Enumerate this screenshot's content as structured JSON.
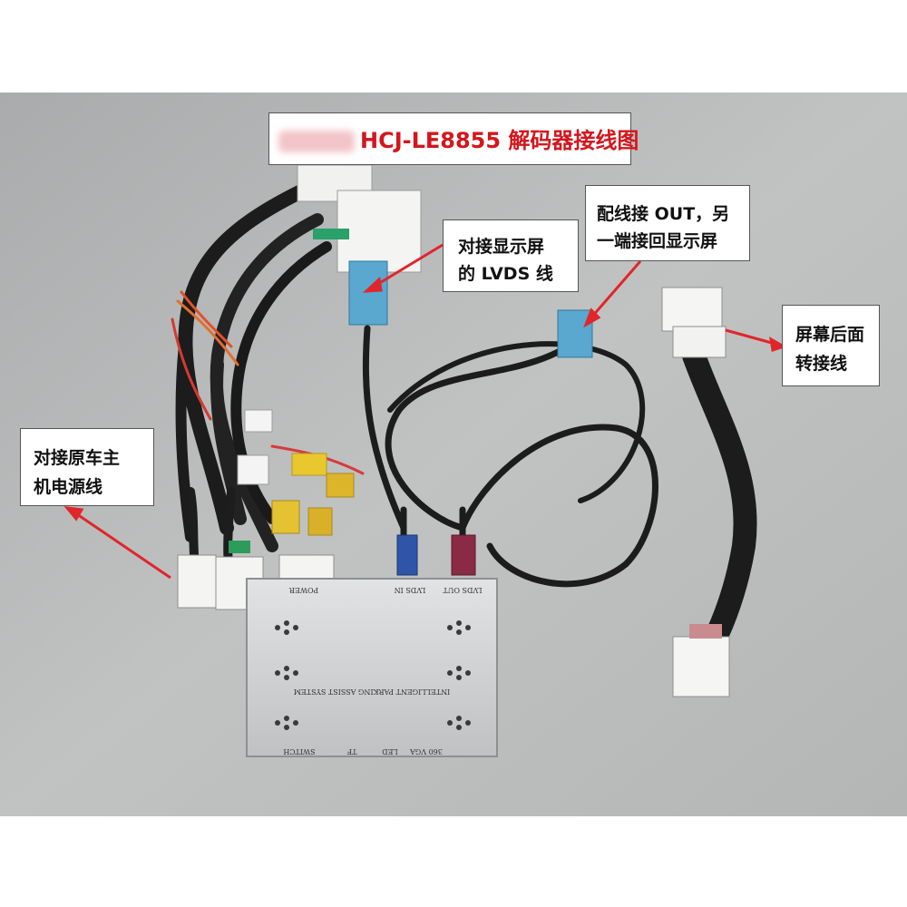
{
  "labels": {
    "title": "HCJ-LE8855 解码器接线图",
    "lvds": [
      "对接显示屏",
      "的 LVDS 线"
    ],
    "out": [
      "配线接 OUT，另",
      "一端接回显示屏"
    ],
    "screen": [
      "屏幕后面",
      "转接线"
    ],
    "power": [
      "对接原车主",
      "机电源线"
    ]
  },
  "device": {
    "system_name": "INTELLIGENT PARKING ASSIST SYSTEM",
    "ports_top": [
      "POWER",
      "LVDS IN",
      "LVDS OUT"
    ],
    "ports_bottom": [
      "SWITCH",
      "TF",
      "LED",
      "360 VGA"
    ]
  },
  "colors": {
    "arrow": "#e0262b",
    "title": "#d4161d",
    "background": "#b9bbbb",
    "device": "#cfd1d2",
    "cable": "#1c1c1c",
    "lvds_connector": "#5aa7cf"
  }
}
